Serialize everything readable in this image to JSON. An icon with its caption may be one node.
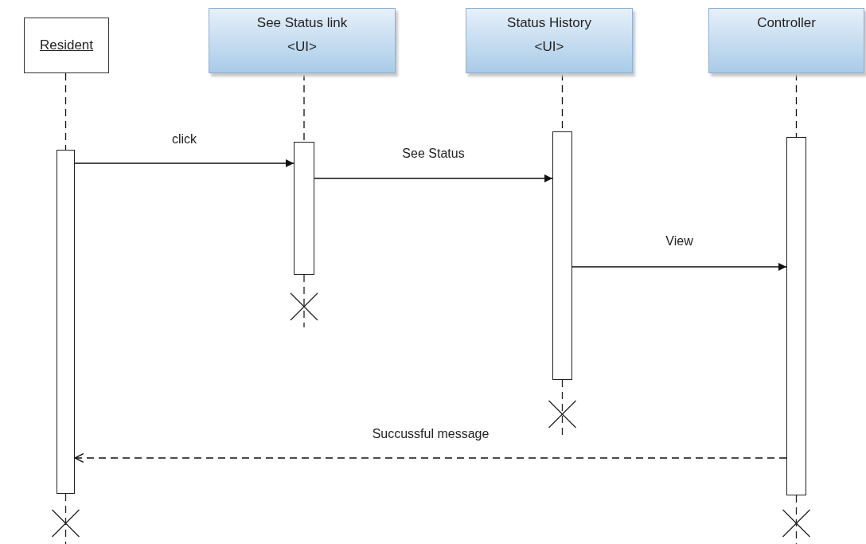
{
  "diagram": {
    "nodes": [
      {
        "text": [
          "Resident"
        ]
      },
      {
        "text": [
          "See Status link",
          "<UI>"
        ]
      },
      {
        "text": [
          "Status History",
          "<UI>"
        ]
      },
      {
        "text": [
          "Controller"
        ]
      },
      {
        "text": [],
        "shape": "bar"
      },
      {
        "text": [],
        "shape": "bar"
      },
      {
        "text": [],
        "shape": "bar"
      },
      {
        "text": [],
        "shape": "bar"
      }
    ],
    "edges": [
      {
        "from": 4,
        "to": 5,
        "arrow": "to",
        "label": "click"
      },
      {
        "from": 5,
        "to": 6,
        "arrow": "to",
        "label": "See Status"
      },
      {
        "from": 6,
        "to": 7,
        "arrow": "to",
        "label": "View"
      },
      {
        "from": 7,
        "to": 4,
        "arrow": "to",
        "label": "Succussful message",
        "style": "dashed"
      },
      {
        "from": 0,
        "to": 4,
        "arrow": "none",
        "style": "dashed"
      },
      {
        "from": 1,
        "to": 5,
        "arrow": "none",
        "style": "dashed"
      },
      {
        "from": 2,
        "to": 6,
        "arrow": "none",
        "style": "dashed"
      },
      {
        "from": 3,
        "to": 7,
        "arrow": "none",
        "style": "dashed"
      }
    ]
  }
}
